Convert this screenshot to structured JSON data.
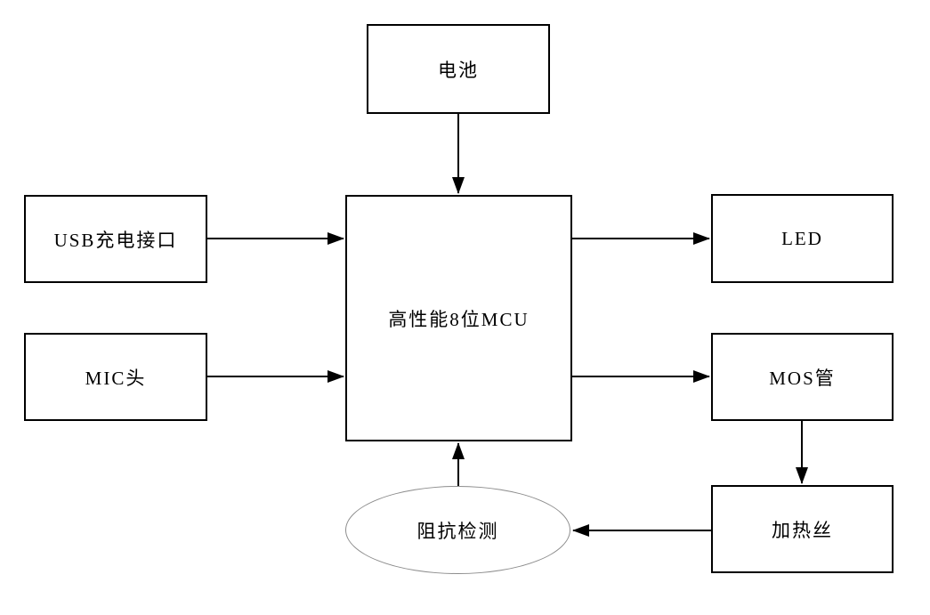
{
  "diagram": {
    "type": "block-diagram",
    "background_color": "#ffffff",
    "line_color": "#000000",
    "ellipse_border_color": "#8c8c8c",
    "nodes": {
      "battery": {
        "label": "电池",
        "shape": "rectangle"
      },
      "usb": {
        "label": "USB充电接口",
        "shape": "rectangle"
      },
      "mic": {
        "label": "MIC头",
        "shape": "rectangle"
      },
      "mcu": {
        "label": "高性能8位MCU",
        "shape": "rectangle"
      },
      "led": {
        "label": "LED",
        "shape": "rectangle"
      },
      "mos": {
        "label": "MOS管",
        "shape": "rectangle"
      },
      "heater": {
        "label": "加热丝",
        "shape": "rectangle"
      },
      "impedance": {
        "label": "阻抗检测",
        "shape": "ellipse"
      }
    },
    "edges": [
      {
        "from": "battery",
        "to": "mcu",
        "direction": "down"
      },
      {
        "from": "usb",
        "to": "mcu",
        "direction": "right"
      },
      {
        "from": "mic",
        "to": "mcu",
        "direction": "right"
      },
      {
        "from": "mcu",
        "to": "led",
        "direction": "right"
      },
      {
        "from": "mcu",
        "to": "mos",
        "direction": "right"
      },
      {
        "from": "mos",
        "to": "heater",
        "direction": "down"
      },
      {
        "from": "heater",
        "to": "impedance",
        "direction": "left"
      },
      {
        "from": "impedance",
        "to": "mcu",
        "direction": "up"
      }
    ]
  }
}
